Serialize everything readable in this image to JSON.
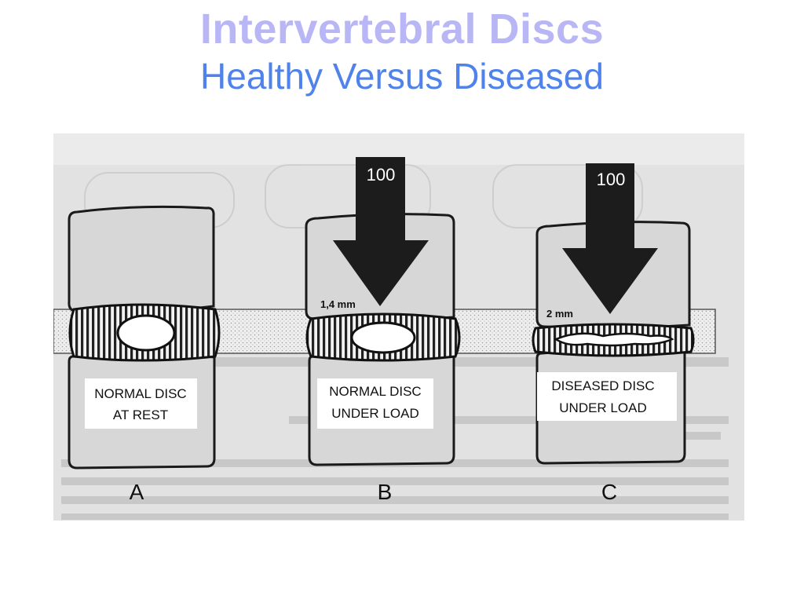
{
  "slide": {
    "title": "Intervertebral Discs",
    "subtitle": "Healthy Versus Diseased"
  },
  "figure": {
    "panels": [
      {
        "letter": "A",
        "label_line1": "NORMAL DISC",
        "label_line2": "AT REST",
        "load": "",
        "height_note": ""
      },
      {
        "letter": "B",
        "label_line1": "NORMAL DISC",
        "label_line2": "UNDER LOAD",
        "load": "100",
        "height_note": "1,4 mm"
      },
      {
        "letter": "C",
        "label_line1": "DISEASED DISC",
        "label_line2": "UNDER LOAD",
        "load": "100",
        "height_note": "2 mm"
      }
    ],
    "colors": {
      "title": "#b9b6f5",
      "subtitle": "#4f82ea",
      "scan_background": "#e2e2e2",
      "vertebra": "#d7d7d7",
      "arrow": "#1c1c1c"
    }
  }
}
